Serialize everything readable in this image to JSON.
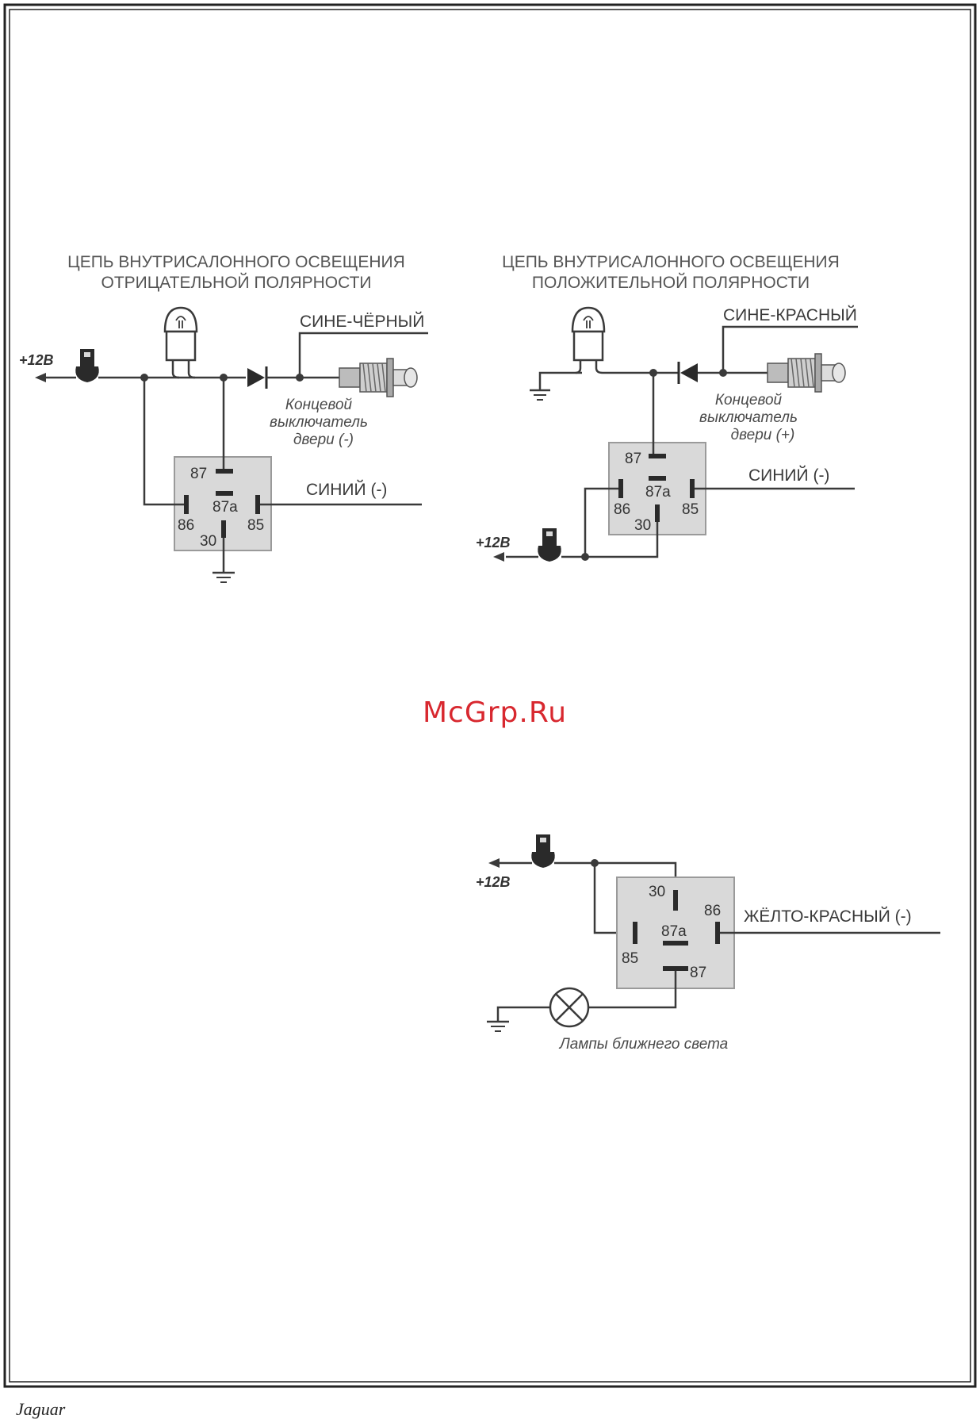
{
  "diagram_left": {
    "title_line1": "ЦЕПЬ ВНУТРИСАЛОННОГО ОСВЕЩЕНИЯ",
    "title_line2": "ОТРИЦАТЕЛЬНОЙ ПОЛЯРНОСТИ",
    "supply_label": "+12В",
    "wire_top_label": "СИНЕ-ЧЁРНЫЙ",
    "wire_control_label": "СИНИЙ (-)",
    "switch_line1": "Концевой",
    "switch_line2": "выключатель",
    "switch_line3": "двери (-)",
    "pins": {
      "p87": "87",
      "p87a": "87a",
      "p86": "86",
      "p85": "85",
      "p30": "30"
    }
  },
  "diagram_right": {
    "title_line1": "ЦЕПЬ ВНУТРИСАЛОННОГО ОСВЕЩЕНИЯ",
    "title_line2": "ПОЛОЖИТЕЛЬНОЙ ПОЛЯРНОСТИ",
    "supply_label": "+12В",
    "wire_top_label": "СИНЕ-КРАСНЫЙ",
    "wire_control_label": "СИНИЙ (-)",
    "switch_line1": "Концевой",
    "switch_line2": "выключатель",
    "switch_line3": "двери (+)",
    "pins": {
      "p87": "87",
      "p87a": "87a",
      "p86": "86",
      "p85": "85",
      "p30": "30"
    }
  },
  "diagram_bottom": {
    "supply_label": "+12В",
    "wire_control_label": "ЖЁЛТО-КРАСНЫЙ (-)",
    "lamp_label": "Лампы ближнего света",
    "pins": {
      "p30": "30",
      "p86": "86",
      "p87a": "87a",
      "p85": "85",
      "p87": "87"
    }
  },
  "watermark": "McGrp.Ru",
  "footer_logo": "Jaguar",
  "colors": {
    "watermark": "#d8282f",
    "relay_fill": "#d9d9d9",
    "wire": "#3a3a3a"
  }
}
